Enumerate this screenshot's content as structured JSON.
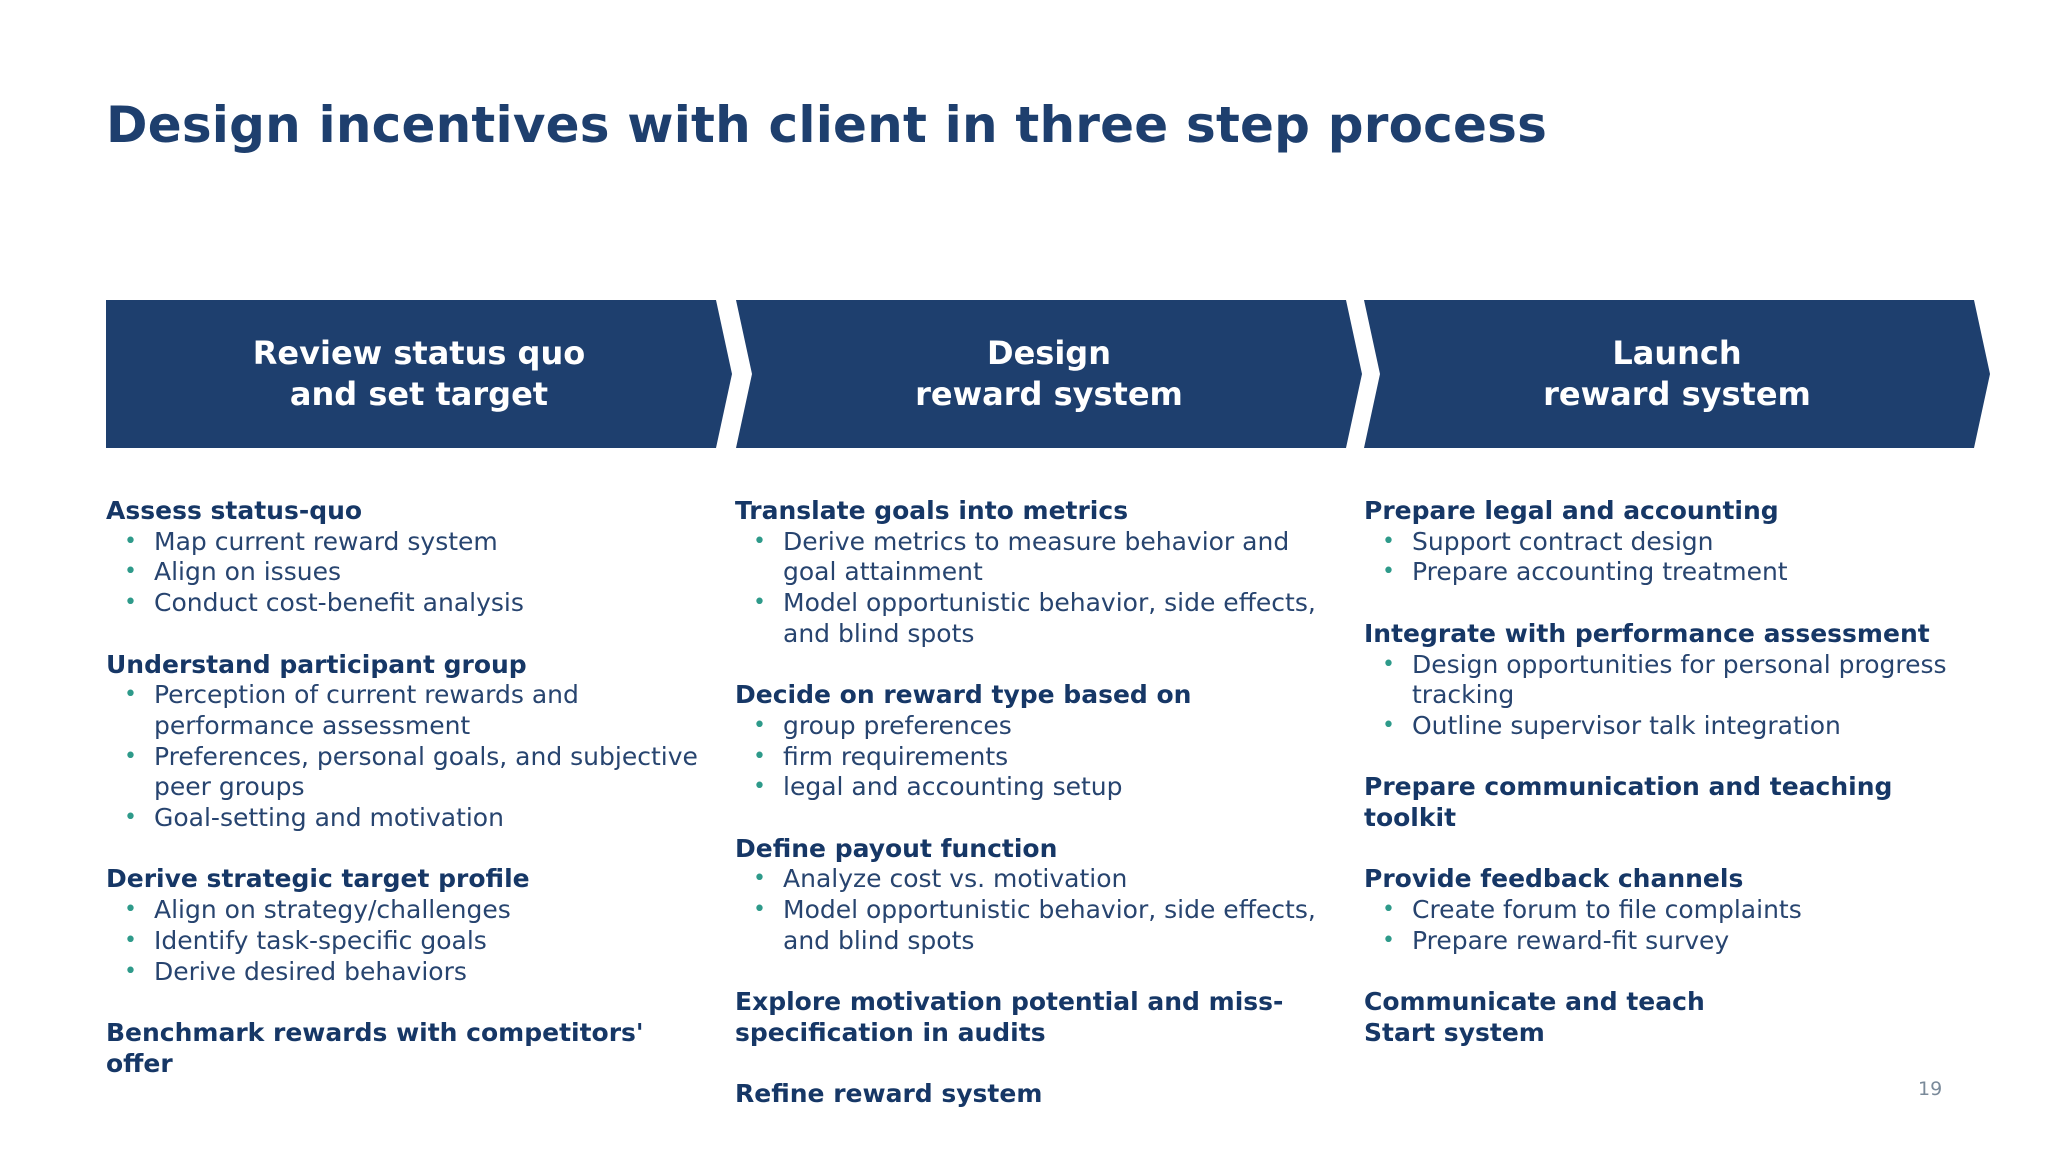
{
  "slide": {
    "title": "Design incentives with client in three step process",
    "page_number": "19"
  },
  "colors": {
    "chevron_fill": "#1e3f6e",
    "title": "#1e3f6e",
    "bullet": "#2e9a8a"
  },
  "steps": [
    {
      "label": "Review status quo\nand set target",
      "sections": [
        {
          "heading": "Assess status-quo",
          "bullets": [
            "Map current reward system",
            "Align on issues",
            "Conduct cost-benefit analysis"
          ]
        },
        {
          "heading": "Understand participant group",
          "bullets": [
            "Perception of current rewards and performance assessment",
            "Preferences, personal goals, and subjective peer groups",
            "Goal-setting and motivation"
          ]
        },
        {
          "heading": "Derive strategic target profile",
          "bullets": [
            "Align on strategy/challenges",
            "Identify task-specific goals",
            "Derive desired behaviors"
          ]
        },
        {
          "heading": "Benchmark rewards with competitors' offer",
          "bullets": []
        }
      ]
    },
    {
      "label": "Design\nreward system",
      "sections": [
        {
          "heading": "Translate goals into metrics",
          "bullets": [
            "Derive metrics to measure behavior and goal attainment",
            "Model opportunistic behavior, side effects, and blind spots"
          ]
        },
        {
          "heading": "Decide on reward type based on",
          "bullets": [
            "group preferences",
            "firm requirements",
            "legal and accounting setup"
          ]
        },
        {
          "heading": "Define payout function",
          "bullets": [
            "Analyze cost vs. motivation",
            "Model opportunistic behavior, side effects, and blind spots"
          ]
        },
        {
          "heading": "Explore motivation potential and miss-specification in audits",
          "bullets": []
        },
        {
          "heading": "Refine reward system",
          "bullets": []
        }
      ]
    },
    {
      "label": "Launch\nreward system",
      "sections": [
        {
          "heading": "Prepare legal and accounting",
          "bullets": [
            "Support contract design",
            "Prepare accounting treatment"
          ]
        },
        {
          "heading": "Integrate with performance assessment",
          "bullets": [
            "Design opportunities for personal progress tracking",
            "Outline supervisor talk integration"
          ]
        },
        {
          "heading": "Prepare communication and teaching toolkit",
          "bullets": []
        },
        {
          "heading": "Provide feedback channels",
          "bullets": [
            "Create forum to file complaints",
            "Prepare reward-fit survey"
          ]
        },
        {
          "heading": "Communicate and teach\nStart system",
          "bullets": []
        }
      ]
    }
  ]
}
